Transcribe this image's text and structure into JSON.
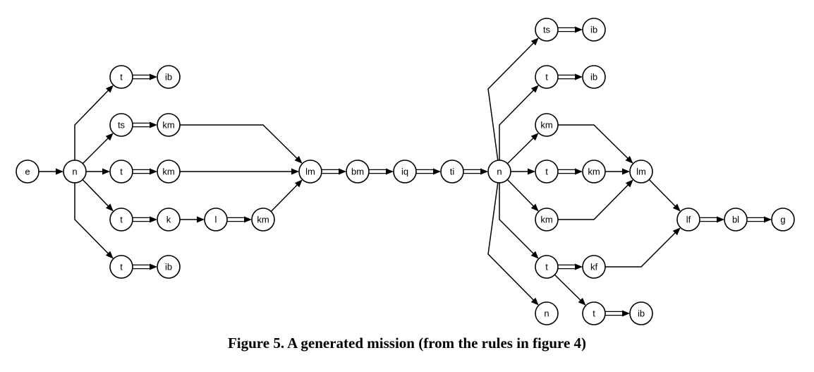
{
  "figure": {
    "caption": "Figure 5. A generated mission (from the rules in figure 4)"
  },
  "diagram": {
    "nodes": [
      {
        "id": "e",
        "label": "e"
      },
      {
        "id": "n1",
        "label": "n"
      },
      {
        "id": "t1",
        "label": "t"
      },
      {
        "id": "ib1",
        "label": "ib"
      },
      {
        "id": "ts1",
        "label": "ts"
      },
      {
        "id": "km1",
        "label": "km"
      },
      {
        "id": "t2",
        "label": "t"
      },
      {
        "id": "km2",
        "label": "km"
      },
      {
        "id": "t3",
        "label": "t"
      },
      {
        "id": "k1",
        "label": "k"
      },
      {
        "id": "l1",
        "label": "l"
      },
      {
        "id": "km3",
        "label": "km"
      },
      {
        "id": "t4",
        "label": "t"
      },
      {
        "id": "ib2",
        "label": "ib"
      },
      {
        "id": "lm1",
        "label": "lm"
      },
      {
        "id": "bm",
        "label": "bm"
      },
      {
        "id": "iq",
        "label": "iq"
      },
      {
        "id": "ti",
        "label": "ti"
      },
      {
        "id": "n2",
        "label": "n"
      },
      {
        "id": "ts2",
        "label": "ts"
      },
      {
        "id": "ib3",
        "label": "ib"
      },
      {
        "id": "t5",
        "label": "t"
      },
      {
        "id": "ib4",
        "label": "ib"
      },
      {
        "id": "km4",
        "label": "km"
      },
      {
        "id": "t6",
        "label": "t"
      },
      {
        "id": "km5",
        "label": "km"
      },
      {
        "id": "lm2",
        "label": "lm"
      },
      {
        "id": "km6",
        "label": "km"
      },
      {
        "id": "lf",
        "label": "lf"
      },
      {
        "id": "bl",
        "label": "bl"
      },
      {
        "id": "g",
        "label": "g"
      },
      {
        "id": "t7",
        "label": "t"
      },
      {
        "id": "kf",
        "label": "kf"
      },
      {
        "id": "n3",
        "label": "n"
      },
      {
        "id": "t8",
        "label": "t"
      },
      {
        "id": "ib5",
        "label": "ib"
      }
    ],
    "edges": [
      {
        "from": "e",
        "to": "n1",
        "kind": "single"
      },
      {
        "from": "n1",
        "to": "t1",
        "kind": "single"
      },
      {
        "from": "n1",
        "to": "ts1",
        "kind": "single"
      },
      {
        "from": "n1",
        "to": "t2",
        "kind": "single"
      },
      {
        "from": "n1",
        "to": "t3",
        "kind": "single"
      },
      {
        "from": "n1",
        "to": "t4",
        "kind": "single"
      },
      {
        "from": "t1",
        "to": "ib1",
        "kind": "double"
      },
      {
        "from": "ts1",
        "to": "km1",
        "kind": "double"
      },
      {
        "from": "t2",
        "to": "km2",
        "kind": "double"
      },
      {
        "from": "t3",
        "to": "k1",
        "kind": "double"
      },
      {
        "from": "t4",
        "to": "ib2",
        "kind": "double"
      },
      {
        "from": "k1",
        "to": "l1",
        "kind": "single"
      },
      {
        "from": "l1",
        "to": "km3",
        "kind": "double"
      },
      {
        "from": "km1",
        "to": "lm1",
        "kind": "single"
      },
      {
        "from": "km2",
        "to": "lm1",
        "kind": "single"
      },
      {
        "from": "km3",
        "to": "lm1",
        "kind": "single"
      },
      {
        "from": "lm1",
        "to": "bm",
        "kind": "double"
      },
      {
        "from": "bm",
        "to": "iq",
        "kind": "double"
      },
      {
        "from": "iq",
        "to": "ti",
        "kind": "double"
      },
      {
        "from": "ti",
        "to": "n2",
        "kind": "double"
      },
      {
        "from": "n2",
        "to": "ts2",
        "kind": "single"
      },
      {
        "from": "n2",
        "to": "t5",
        "kind": "single"
      },
      {
        "from": "n2",
        "to": "km4",
        "kind": "single"
      },
      {
        "from": "n2",
        "to": "t6",
        "kind": "single"
      },
      {
        "from": "n2",
        "to": "km6",
        "kind": "single"
      },
      {
        "from": "n2",
        "to": "t7",
        "kind": "single"
      },
      {
        "from": "n2",
        "to": "n3",
        "kind": "single"
      },
      {
        "from": "ts2",
        "to": "ib3",
        "kind": "double"
      },
      {
        "from": "t5",
        "to": "ib4",
        "kind": "double"
      },
      {
        "from": "t6",
        "to": "km5",
        "kind": "double"
      },
      {
        "from": "t7",
        "to": "kf",
        "kind": "double"
      },
      {
        "from": "t7",
        "to": "t8",
        "kind": "single"
      },
      {
        "from": "t8",
        "to": "ib5",
        "kind": "double"
      },
      {
        "from": "km4",
        "to": "lm2",
        "kind": "single"
      },
      {
        "from": "km5",
        "to": "lm2",
        "kind": "single"
      },
      {
        "from": "km6",
        "to": "lm2",
        "kind": "single"
      },
      {
        "from": "lm2",
        "to": "lf",
        "kind": "single"
      },
      {
        "from": "kf",
        "to": "lf",
        "kind": "single"
      },
      {
        "from": "lf",
        "to": "bl",
        "kind": "double"
      },
      {
        "from": "bl",
        "to": "g",
        "kind": "double"
      }
    ]
  }
}
